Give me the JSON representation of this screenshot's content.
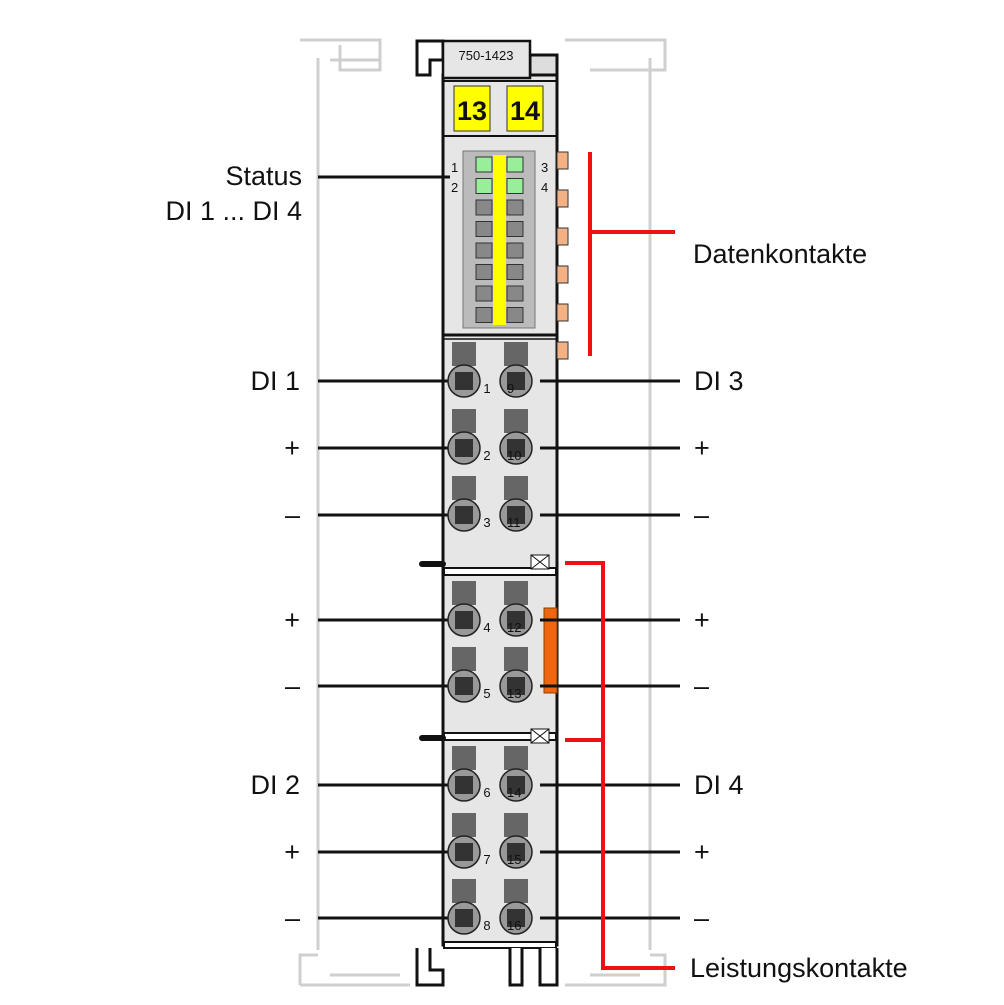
{
  "module": {
    "part_number": "750-1423",
    "marker_left": "13",
    "marker_right": "14"
  },
  "led_numbers": [
    "1",
    "2",
    "3",
    "4"
  ],
  "labels": {
    "status_line1": "Status",
    "status_line2": "DI 1 ... DI 4",
    "data_contacts": "Datenkontakte",
    "power_contacts": "Leistungskontakte"
  },
  "terminals": [
    {
      "left_label": "DI 1",
      "left_num": "1",
      "right_num": "9",
      "right_label": "DI 3"
    },
    {
      "left_label": "+",
      "left_num": "2",
      "right_num": "10",
      "right_label": "+"
    },
    {
      "left_label": "–",
      "left_num": "3",
      "right_num": "11",
      "right_label": "–"
    },
    {
      "left_label": "+",
      "left_num": "4",
      "right_num": "12",
      "right_label": "+"
    },
    {
      "left_label": "–",
      "left_num": "5",
      "right_num": "13",
      "right_label": "–"
    },
    {
      "left_label": "DI 2",
      "left_num": "6",
      "right_num": "14",
      "right_label": "DI 4"
    },
    {
      "left_label": "+",
      "left_num": "7",
      "right_num": "15",
      "right_label": "+"
    },
    {
      "left_label": "–",
      "left_num": "8",
      "right_num": "16",
      "right_label": "–"
    }
  ],
  "colors": {
    "marker": "#ffff00",
    "led_on": "#99ee99",
    "red": "#ee1111",
    "orange": "#ee6611",
    "data_contact": "#f4b183"
  }
}
